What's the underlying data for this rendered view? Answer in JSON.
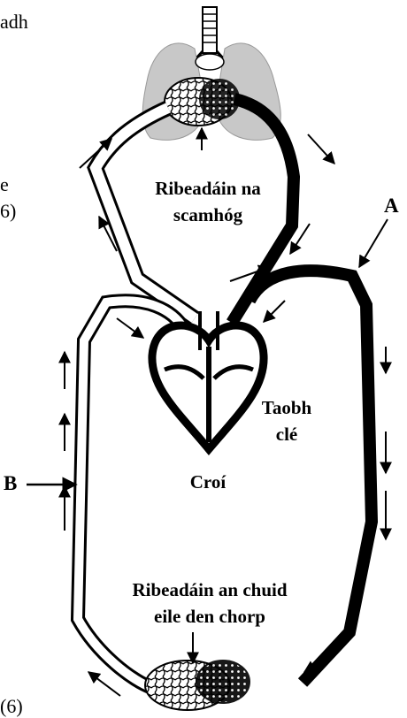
{
  "fragments": {
    "top": "adh",
    "mid1": "e",
    "mid2": "6)",
    "bottom": "(6)"
  },
  "labels": {
    "lung_capillaries": [
      "Ribeadáin na",
      "scamhóg"
    ],
    "left_side": [
      "Taobh",
      "clé"
    ],
    "heart": "Croí",
    "body_capillaries": [
      "Ribeadáin an chuid",
      "eile den chorp"
    ],
    "a": "A",
    "b": "B"
  },
  "colors": {
    "ink": "#000000",
    "lung_fill": "#c8c8c8",
    "background": "#ffffff"
  }
}
